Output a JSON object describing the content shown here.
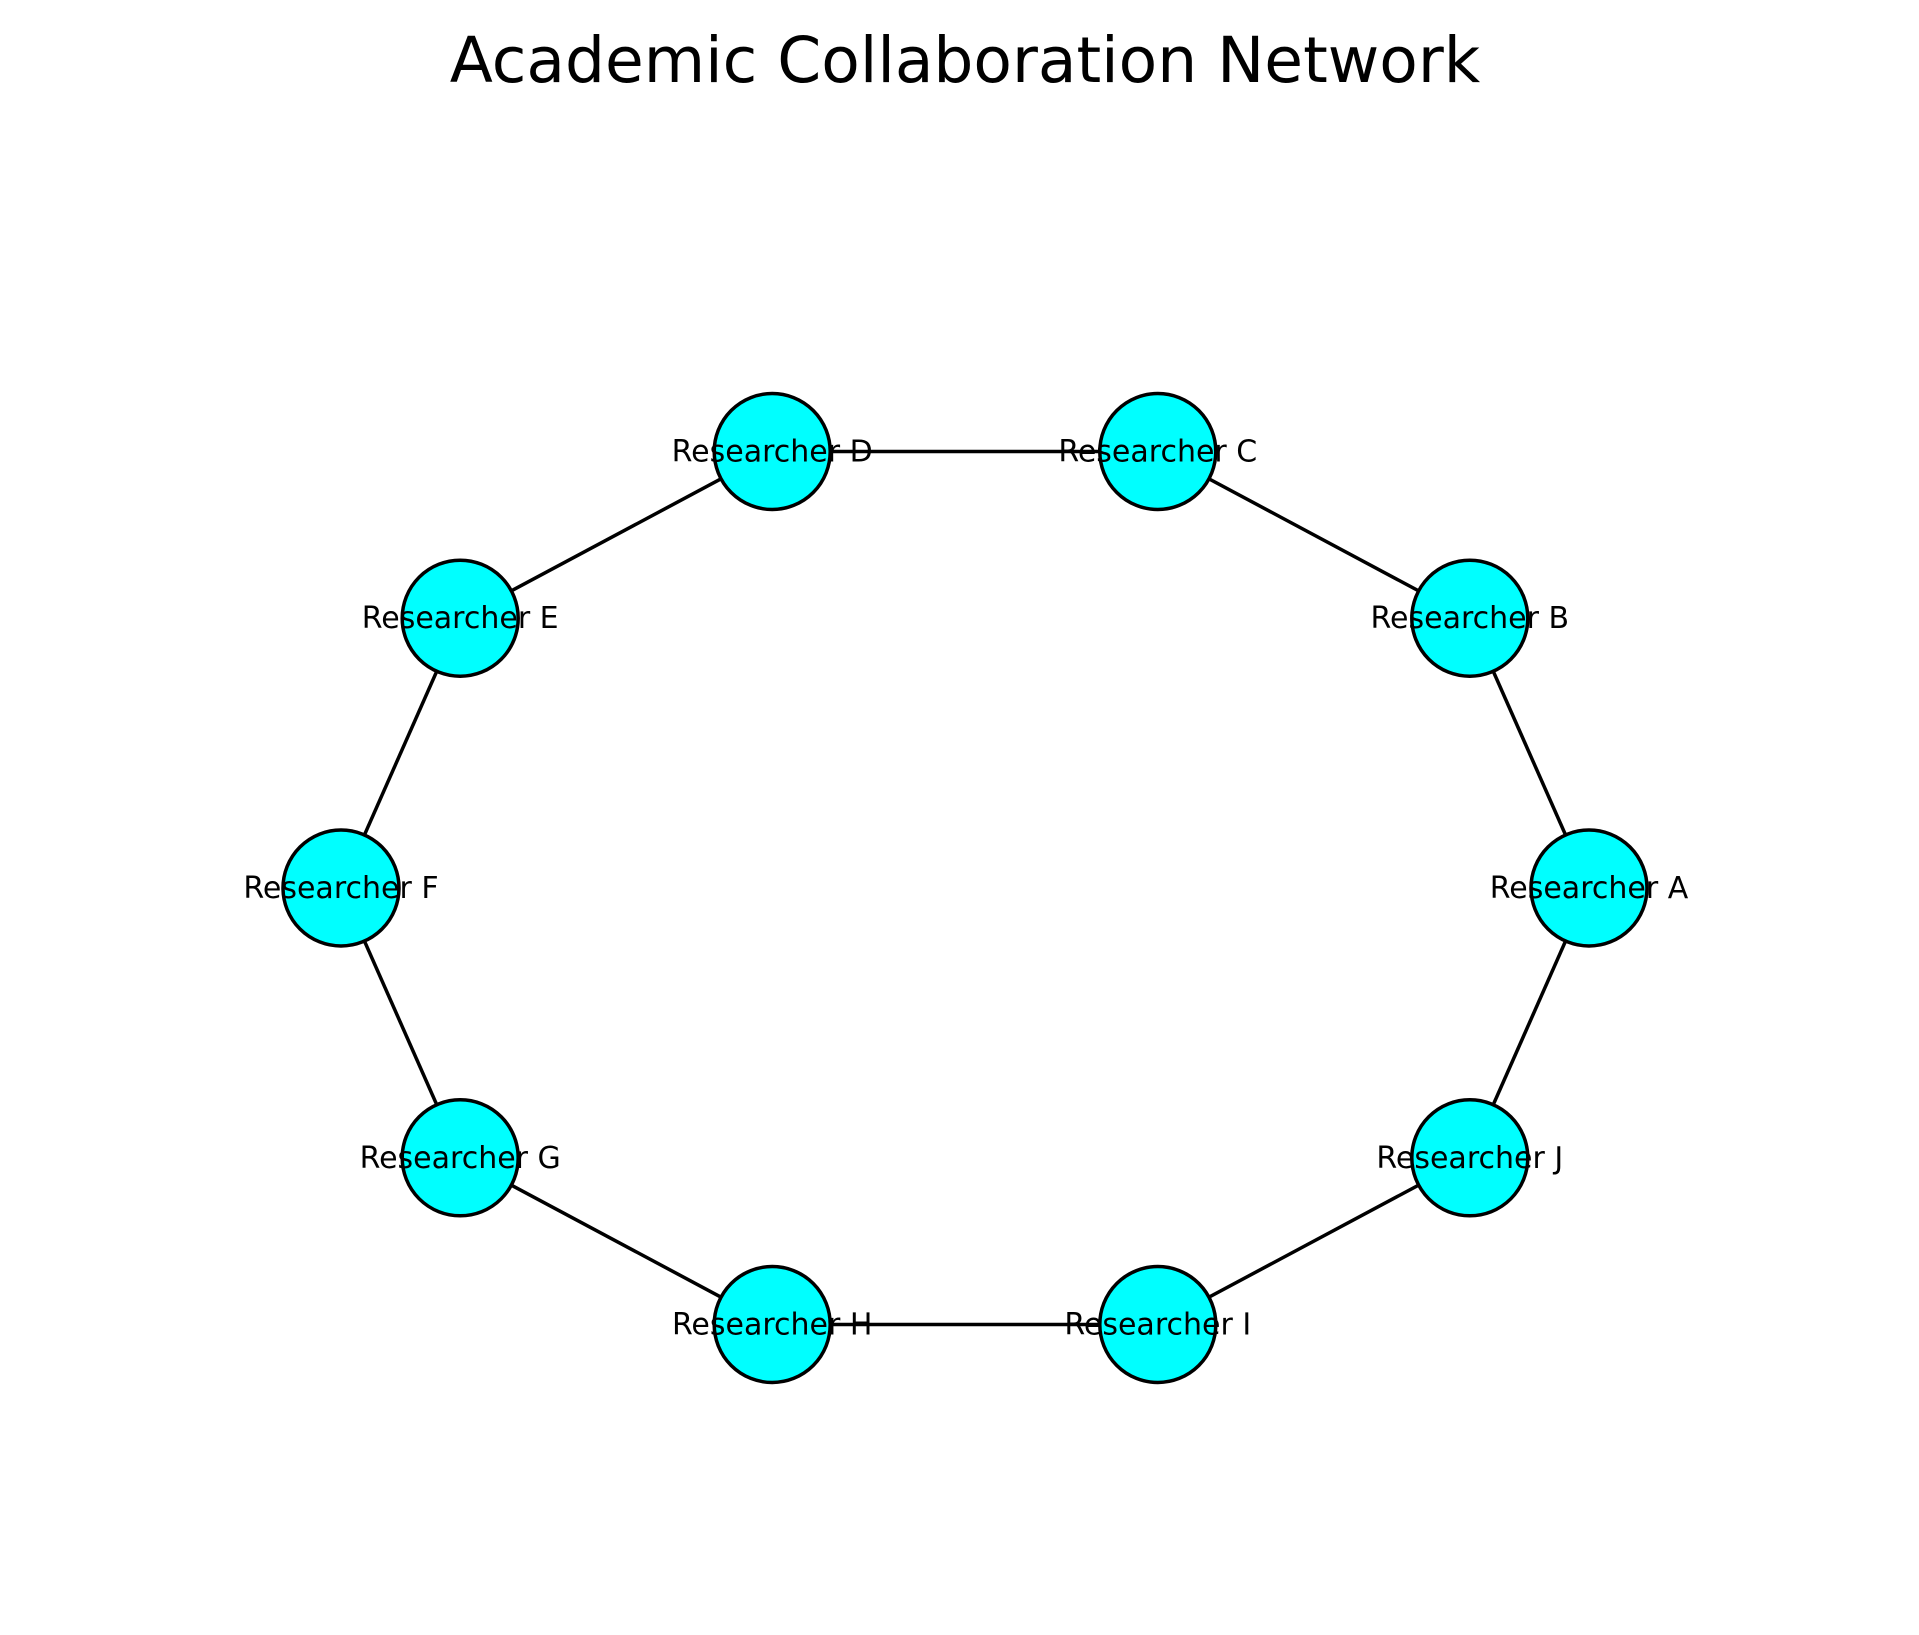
{
  "title": "Academic Collaboration Network",
  "colors": {
    "node_fill": "#00ffff",
    "node_stroke": "#000000",
    "edge": "#000000",
    "background": "#ffffff"
  },
  "nodes": [
    {
      "id": "A",
      "label": "Researcher A"
    },
    {
      "id": "B",
      "label": "Researcher B"
    },
    {
      "id": "C",
      "label": "Researcher C"
    },
    {
      "id": "D",
      "label": "Researcher D"
    },
    {
      "id": "E",
      "label": "Researcher E"
    },
    {
      "id": "F",
      "label": "Researcher F"
    },
    {
      "id": "G",
      "label": "Researcher G"
    },
    {
      "id": "H",
      "label": "Researcher H"
    },
    {
      "id": "I",
      "label": "Researcher I"
    },
    {
      "id": "J",
      "label": "Researcher J"
    }
  ],
  "edges": [
    [
      "A",
      "B"
    ],
    [
      "B",
      "C"
    ],
    [
      "C",
      "D"
    ],
    [
      "D",
      "E"
    ],
    [
      "E",
      "F"
    ],
    [
      "F",
      "G"
    ],
    [
      "G",
      "H"
    ],
    [
      "H",
      "I"
    ],
    [
      "I",
      "J"
    ],
    [
      "J",
      "A"
    ]
  ]
}
